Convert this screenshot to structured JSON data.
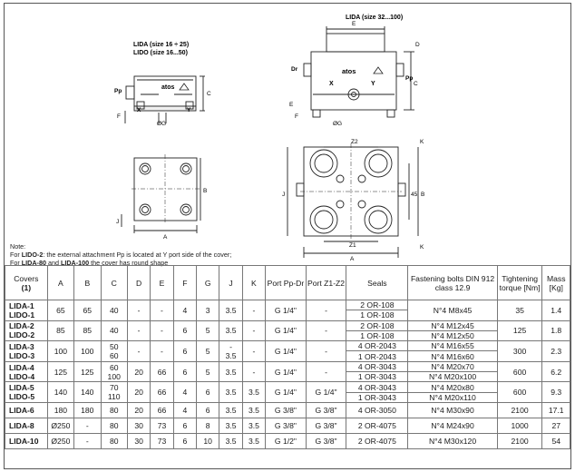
{
  "drawing": {
    "title_left_1": "LIDA (size 16 ÷ 25)",
    "title_left_2": "LIDO (size 16...50)",
    "title_right": "LIDA (size 32...100)",
    "brand_text": "atos",
    "labels": {
      "pp": "Pp",
      "x": "X",
      "y": "Y",
      "c": "C",
      "e": "E",
      "f": "F",
      "g": "ØG",
      "b": "B",
      "a": "A",
      "j": "J",
      "d": "D",
      "dr": "Dr",
      "k": "K",
      "z1": "Z1",
      "z2": "Z2",
      "dim45": "45"
    }
  },
  "note": {
    "title": "Note:",
    "line1_prefix": "For ",
    "line1_bold": "LIDO-2",
    "line1_rest": ": the external attachment Pp is located at Y port side of the cover;",
    "line2_prefix": "For ",
    "line2_bold1": "LIDA-80",
    "line2_mid": " and ",
    "line2_bold2": "LIDA-100",
    "line2_rest": " the cover has round shape"
  },
  "table": {
    "headers": {
      "covers": "Covers",
      "covers_sub": "(1)",
      "a": "A",
      "b": "B",
      "c": "C",
      "d": "D",
      "e": "E",
      "f": "F",
      "g": "G",
      "j": "J",
      "k": "K",
      "port_pp": "Port Pp-Dr",
      "port_z": "Port Z1-Z2",
      "seals": "Seals",
      "bolts": "Fastening bolts DIN 912 class 12.9",
      "torque": "Tightening torque [Nm]",
      "mass": "Mass [Kg]"
    },
    "rows": [
      {
        "m1": "LIDA-1",
        "m2": "LIDO-1",
        "a": "65",
        "b": "65",
        "c": "40",
        "d": "-",
        "e": "-",
        "f": "4",
        "g": "3",
        "j": "3.5",
        "k": "-",
        "pp": "G 1/4\"",
        "z": "-",
        "seal1": "2 OR-108",
        "seal2": "1 OR-108",
        "bolts": "N°4 M8x45",
        "torque": "35",
        "mass": "1.4"
      },
      {
        "m1": "LIDA-2",
        "m2": "LIDO-2",
        "a": "85",
        "b": "85",
        "c": "40",
        "d": "-",
        "e": "-",
        "f": "6",
        "g": "5",
        "j": "3.5",
        "k": "-",
        "pp": "G 1/4\"",
        "z": "-",
        "seal1": "2 OR-108",
        "seal2": "1 OR-108",
        "bolts1": "N°4 M12x45",
        "bolts2": "N°4 M12x50",
        "torque": "125",
        "mass": "1.8"
      },
      {
        "m1": "LIDA-3",
        "m2": "LIDO-3",
        "a": "100",
        "b": "100",
        "c1": "50",
        "c2": "60",
        "d": "-",
        "e": "-",
        "f": "6",
        "g": "5",
        "j1": "-",
        "j2": "3.5",
        "k": "-",
        "pp": "G 1/4\"",
        "z": "-",
        "seal1": "4 OR-2043",
        "seal2": "1 OR-2043",
        "bolts1": "N°4 M16x55",
        "bolts2": "N°4 M16x60",
        "torque": "300",
        "mass": "2.3"
      },
      {
        "m1": "LIDA-4",
        "m2": "LIDO-4",
        "a": "125",
        "b": "125",
        "c1": "60",
        "c2": "100",
        "d": "20",
        "e": "66",
        "f": "6",
        "g": "5",
        "j": "3.5",
        "k": "-",
        "pp": "G 1/4\"",
        "z": "-",
        "seal1": "4 OR-3043",
        "seal2": "1 OR-3043",
        "bolts1": "N°4 M20x70",
        "bolts2": "N°4 M20x100",
        "torque": "600",
        "mass": "6.2"
      },
      {
        "m1": "LIDA-5",
        "m2": "LIDO-5",
        "a": "140",
        "b": "140",
        "c1": "70",
        "c2": "110",
        "d": "20",
        "e": "66",
        "f": "4",
        "g": "6",
        "j": "3.5",
        "k": "3.5",
        "pp": "G 1/4\"",
        "z": "G 1/4\"",
        "seal1": "4 OR-3043",
        "seal2": "1 OR-3043",
        "bolts1": "N°4 M20x80",
        "bolts2": "N°4 M20x110",
        "torque": "600",
        "mass": "9.3"
      },
      {
        "m1": "LIDA-6",
        "a": "180",
        "b": "180",
        "c": "80",
        "d": "20",
        "e": "66",
        "f": "4",
        "g": "6",
        "j": "3.5",
        "k": "3.5",
        "pp": "G 3/8\"",
        "z": "G 3/8\"",
        "seal": "4 OR-3050",
        "bolts": "N°4 M30x90",
        "torque": "2100",
        "mass": "17.1"
      },
      {
        "m1": "LIDA-8",
        "a": "Ø250",
        "b": "-",
        "c": "80",
        "d": "30",
        "e": "73",
        "f": "6",
        "g": "8",
        "j": "3.5",
        "k": "3.5",
        "pp": "G 3/8\"",
        "z": "G 3/8\"",
        "seal": "2 OR-4075",
        "bolts": "N°4 M24x90",
        "torque": "1000",
        "mass": "27"
      },
      {
        "m1": "LIDA-10",
        "a": "Ø250",
        "b": "-",
        "c": "80",
        "d": "30",
        "e": "73",
        "f": "6",
        "g": "10",
        "j": "3.5",
        "k": "3.5",
        "pp": "G 1/2\"",
        "z": "G 3/8\"",
        "seal": "2 OR-4075",
        "bolts": "N°4 M30x120",
        "torque": "2100",
        "mass": "54"
      }
    ]
  }
}
